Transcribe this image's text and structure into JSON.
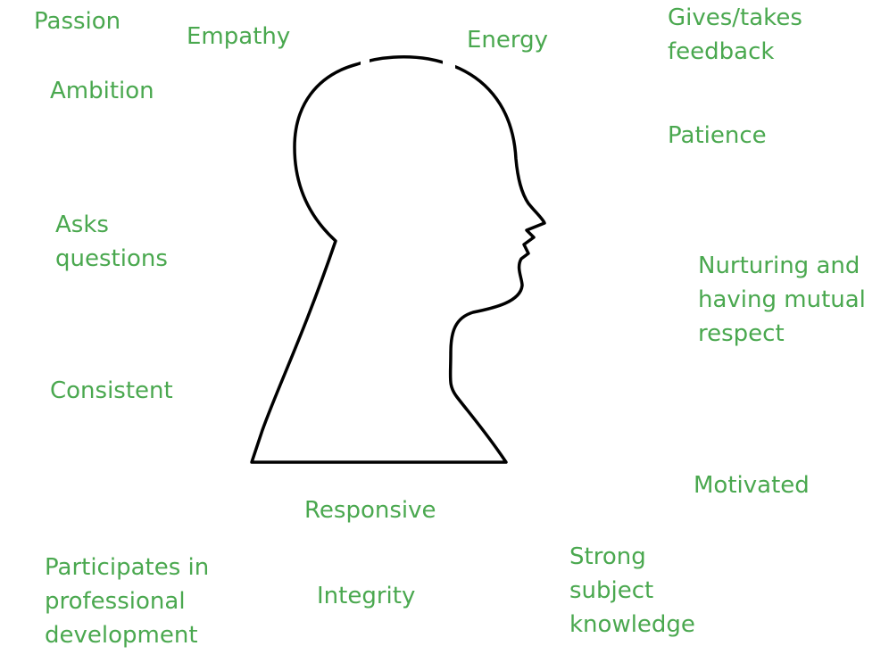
{
  "diagram": {
    "text_color": "#4aa84f",
    "outline_color": "#000000",
    "central_figure": "head-profile-silhouette",
    "attributes": {
      "passion": "Passion",
      "empathy": "Empathy",
      "energy": "Energy",
      "feedback": "Gives/takes\nfeedback",
      "ambition": "Ambition",
      "patience": "Patience",
      "asks_questions": "Asks\nquestions",
      "nurturing": "Nurturing and\nhaving mutual\nrespect",
      "consistent": "Consistent",
      "motivated": "Motivated",
      "responsive": "Responsive",
      "participates": "Participates in\nprofessional\ndevelopment",
      "integrity": "Integrity",
      "strong_knowledge": "Strong\nsubject\nknowledge"
    }
  }
}
